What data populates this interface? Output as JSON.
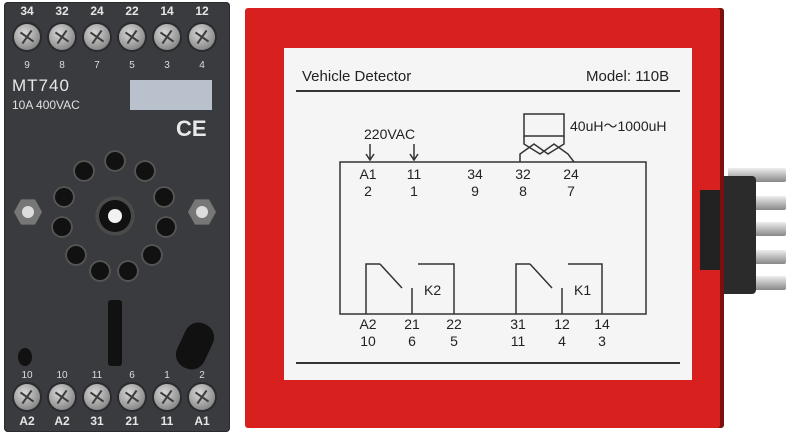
{
  "socket": {
    "top_terminals": [
      "34",
      "32",
      "24",
      "22",
      "14",
      "12"
    ],
    "top_pins": [
      "9",
      "8",
      "7",
      "5",
      "3",
      "4"
    ],
    "model": "MT740",
    "rating": "10A 400VAC",
    "ce_mark": "CE",
    "bottom_pins": [
      "10",
      "10",
      "11",
      "6",
      "1",
      "2"
    ],
    "bottom_terminals": [
      "A2",
      "A2",
      "31",
      "21",
      "11",
      "A1"
    ]
  },
  "detector": {
    "title": "Vehicle Detector",
    "model": "Model: 110B",
    "supply": "220VAC",
    "inductance": "40uH～1000uH",
    "top_terms": [
      "A1",
      "11",
      "34",
      "32",
      "24"
    ],
    "top_pins": [
      "2",
      "1",
      "9",
      "8",
      "7"
    ],
    "relay_labels": [
      "K2",
      "K1"
    ],
    "bottom_terms": [
      "A2",
      "21",
      "22",
      "31",
      "12",
      "14"
    ],
    "bottom_pins": [
      "10",
      "6",
      "5",
      "11",
      "4",
      "3"
    ]
  },
  "colors": {
    "housing": "#d8211f",
    "socket": "#3a3b3f",
    "faceplate": "#f5f5f5"
  }
}
